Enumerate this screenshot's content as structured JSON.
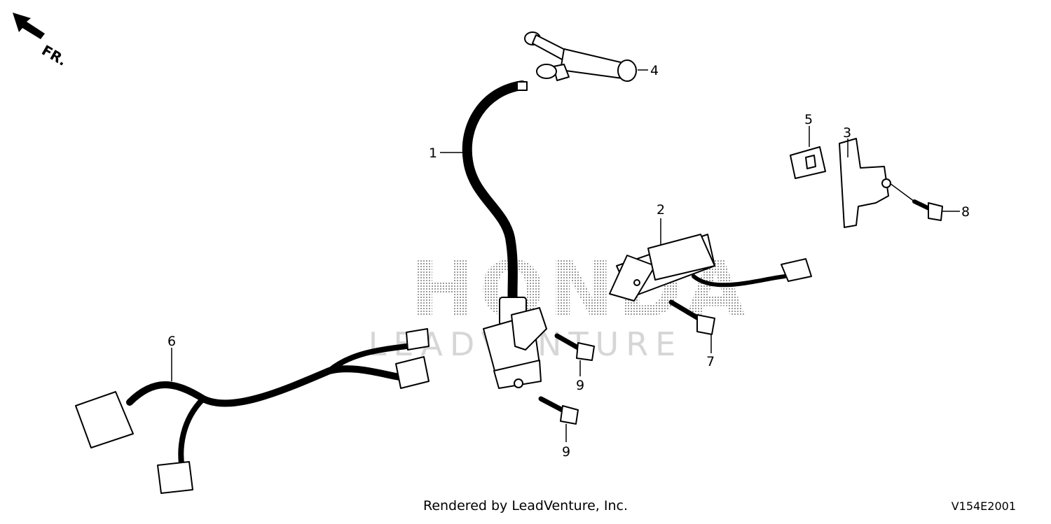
{
  "direction": {
    "label": "FR.",
    "icon": "front-arrow-icon"
  },
  "watermark": {
    "brand": "HONDA",
    "sub": "LEADVENTURE"
  },
  "callouts": [
    "1",
    "2",
    "3",
    "4",
    "5",
    "6",
    "7",
    "8",
    "9",
    "9"
  ],
  "footer": {
    "rendered_by": "Rendered by LeadVenture, Inc.",
    "diagram_code": "V154E2001"
  }
}
